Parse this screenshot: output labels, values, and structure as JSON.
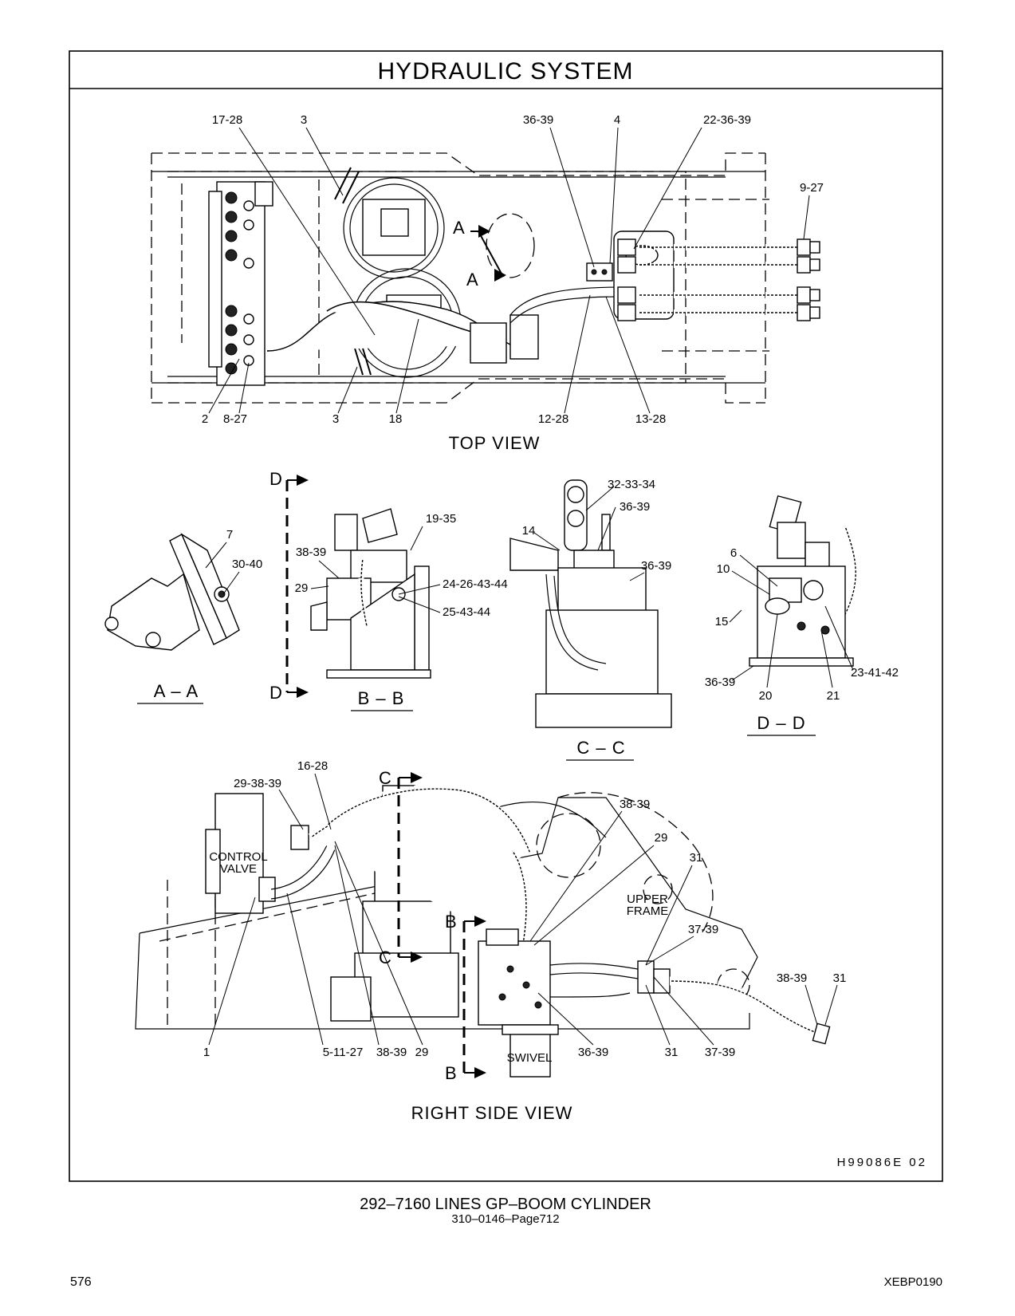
{
  "header": {
    "title": "HYDRAULIC   SYSTEM"
  },
  "views": {
    "top": "TOP  VIEW",
    "right_side": "RIGHT  SIDE  VIEW",
    "section_aa": "A – A",
    "section_bb": "B – B",
    "section_cc": "C – C",
    "section_dd": "D – D"
  },
  "section_markers": {
    "a": "A",
    "b": "B",
    "c": "C",
    "d": "D"
  },
  "component_labels": {
    "control_valve_line1": "CONTROL",
    "control_valve_line2": "VALVE",
    "upper_frame_line1": "UPPER",
    "upper_frame_line2": "FRAME",
    "swivel": "SWIVEL"
  },
  "callouts": {
    "top_view": {
      "c17_28": "17-28",
      "c3_top": "3",
      "c36_39": "36-39",
      "c4": "4",
      "c22_36_39": "22-36-39",
      "c9_27": "9-27",
      "c2": "2",
      "c8_27": "8-27",
      "c3_bottom": "3",
      "c18": "18",
      "c12_28": "12-28",
      "c13_28": "13-28"
    },
    "section_aa": {
      "c7": "7",
      "c30_40": "30-40"
    },
    "section_bb": {
      "c19_35": "19-35",
      "c38_39": "38-39",
      "c29": "29",
      "c24_26_43_44": "24-26-43-44",
      "c25_43_44": "25-43-44"
    },
    "section_cc": {
      "c32_33_34": "32-33-34",
      "c36_39_a": "36-39",
      "c14": "14",
      "c36_39_b": "36-39"
    },
    "section_dd": {
      "c6": "6",
      "c10": "10",
      "c15": "15",
      "c36_39": "36-39",
      "c20": "20",
      "c21": "21",
      "c23_41_42": "23-41-42"
    },
    "right_side": {
      "c16_28": "16-28",
      "c29_38_39": "29-38-39",
      "c38_39_top": "38-39",
      "c29_top": "29",
      "c31_top": "31",
      "c37_39_top": "37-39",
      "c38_39_right": "38-39",
      "c31_right": "31",
      "c1": "1",
      "c5_11_27": "5-11-27",
      "c38_39_bottom": "38-39",
      "c29_bottom": "29",
      "c36_39": "36-39",
      "c31_bottom": "31",
      "c37_39_bottom": "37-39"
    }
  },
  "drawing_number": "H99086E   02",
  "footer": {
    "part_title": "292–7160   LINES  GP–BOOM  CYLINDER",
    "page_ref": "310–0146–Page712",
    "page_number": "576",
    "doc_code": "XEBP0190"
  }
}
